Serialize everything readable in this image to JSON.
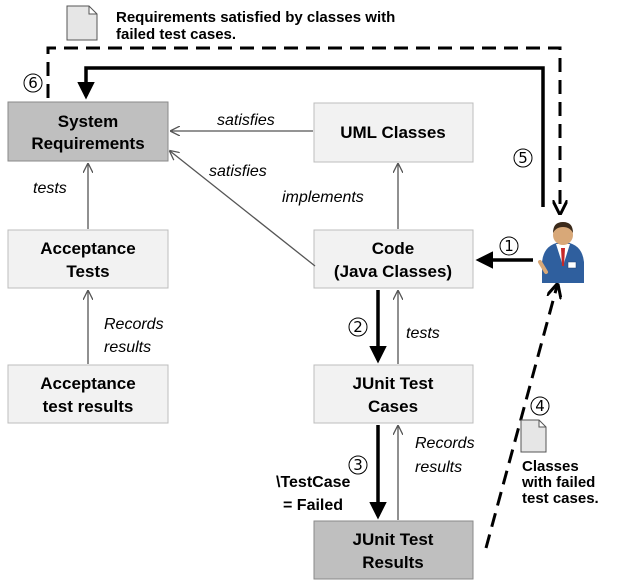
{
  "nodes": {
    "system_requirements": {
      "line1": "System",
      "line2": "Requirements"
    },
    "uml_classes": {
      "line1": "UML Classes"
    },
    "acceptance_tests": {
      "line1": "Acceptance",
      "line2": "Tests"
    },
    "code": {
      "line1": "Code",
      "line2": "(Java Classes)"
    },
    "acceptance_results": {
      "line1": "Acceptance",
      "line2": "test results"
    },
    "junit_cases": {
      "line1": "JUnit Test",
      "line2": "Cases"
    },
    "junit_results": {
      "line1": "JUnit Test",
      "line2": "Results"
    }
  },
  "edge_labels": {
    "satisfies_uml": "satisfies",
    "satisfies_code": "satisfies",
    "tests_acceptance": "tests",
    "implements": "implements",
    "records_results_acceptance": {
      "line1": "Records",
      "line2": "results"
    },
    "tests_junit": "tests",
    "records_results_junit": {
      "line1": "Records",
      "line2": "results"
    },
    "testcase_failed": {
      "line1": "\\TestCase",
      "line2": "= Failed"
    }
  },
  "notes": {
    "top": {
      "line1": "Requirements satisfied by classes with",
      "line2": "failed test cases."
    },
    "right": {
      "line1": "Classes",
      "line2": "with failed",
      "line3": "test cases."
    }
  },
  "steps": {
    "s1": "1",
    "s2": "2",
    "s3": "3",
    "s4": "4",
    "s5": "5",
    "s6": "6"
  },
  "colors": {
    "box_fill": "#f2f2f2",
    "box_dark_fill": "#bfbfbf",
    "arrow": "#000000",
    "thin_arrow": "#555555"
  },
  "icons": {
    "person": "user-person-icon",
    "document": "document-icon"
  }
}
